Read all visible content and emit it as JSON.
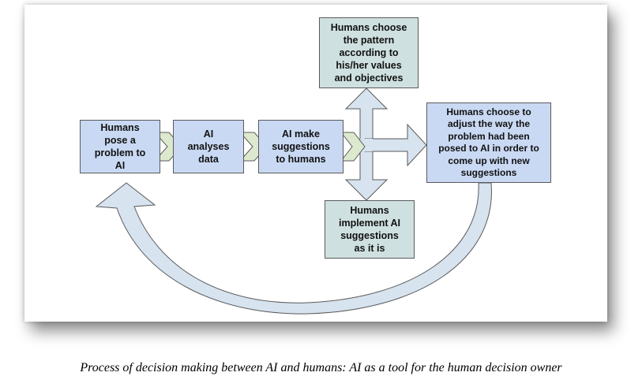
{
  "diagram": {
    "boxes": {
      "pose_problem": "Humans\npose a\nproblem to\nAI",
      "ai_analyses": "AI\nanalyses\ndata",
      "ai_suggestions": "AI make\nsuggestions\nto humans",
      "choose_pattern": "Humans choose\nthe pattern\naccording to\nhis/her values\nand objectives",
      "adjust_problem": "Humans choose to\nadjust the way the\nproblem had been\nposed to AI in order to\ncome up with new\nsuggestions",
      "implement": "Humans\nimplement AI\nsuggestions\nas it is"
    },
    "colors": {
      "box_blue": "#c9d9f3",
      "box_grey": "#cfe0e0",
      "chevron_green": "#dde9cf",
      "arrow_fill": "#d7e3ef",
      "outline": "#5a5a5a"
    }
  },
  "caption": "Process of decision making between AI and humans: AI as a tool for the human decision owner"
}
